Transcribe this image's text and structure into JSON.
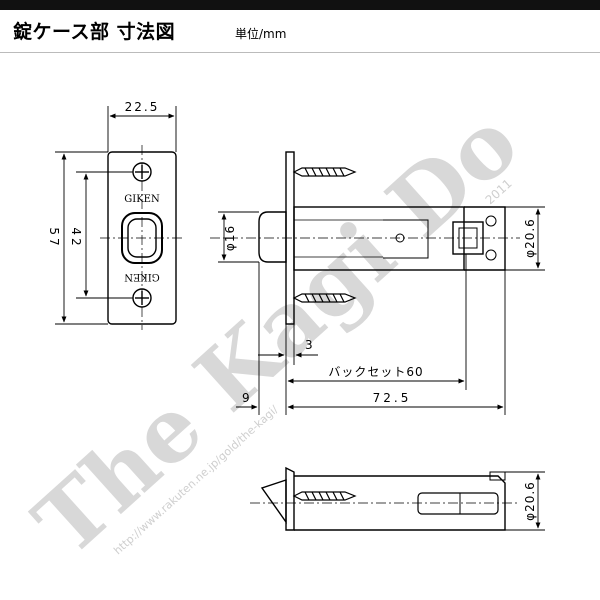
{
  "header": {
    "title": "錠ケース部 寸法図",
    "unit": "単位/mm"
  },
  "front_view": {
    "width_dim": "22.5",
    "height_outer_dim": "57",
    "height_inner_dim": "42",
    "brand_top": "GIKEN",
    "brand_bottom": "GIKEN"
  },
  "side_view": {
    "latch_dia": "φ16",
    "case_dia": "φ20.6",
    "thickness_dim": "3",
    "backset_dim": "バックセット60",
    "overhang_dim": "9",
    "total_length_dim": "72.5"
  },
  "bottom_view": {
    "case_dia": "φ20.6"
  },
  "watermark": {
    "brand": "The Kagi Do",
    "year": "2011",
    "url": "http://www.rakuten.ne.jp/gold/the-kagi/"
  },
  "colors": {
    "ink": "#000000",
    "watermark": "#d8d8d8",
    "topbar": "#111111"
  }
}
